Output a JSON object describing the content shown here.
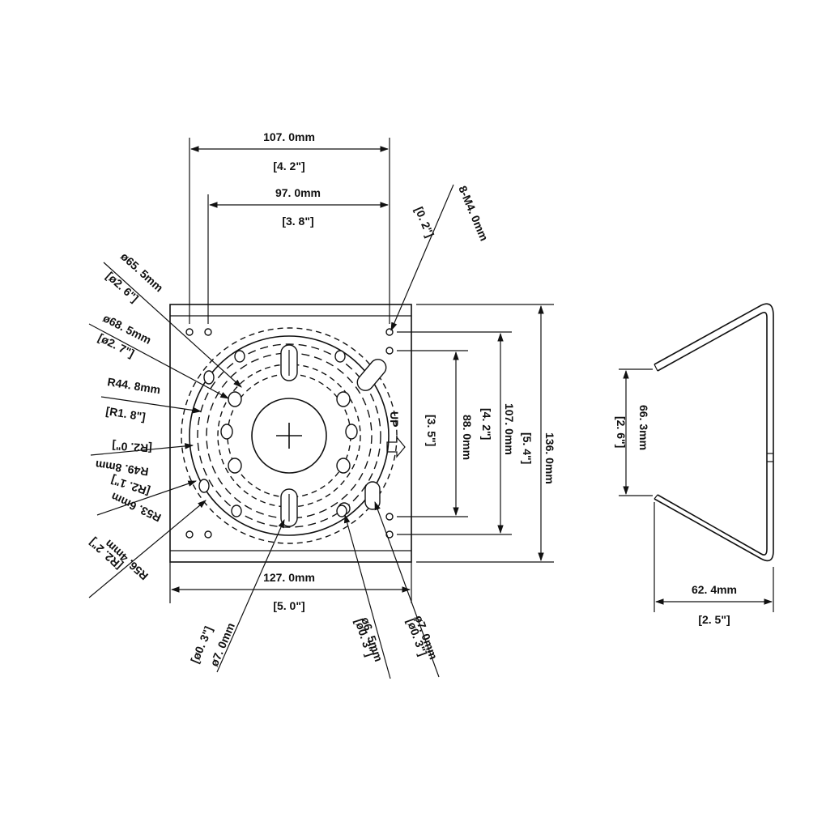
{
  "labels": {
    "top_width": "107. 0mm",
    "top_width_in": "[4. 2\"]",
    "inner_width": "97. 0mm",
    "inner_width_in": "[3. 8\"]",
    "screw": "8-M4. 0mm",
    "screw_in": "[0. 2\"]",
    "d65": "ø65. 5mm",
    "d65_in": "[ø2. 6\"]",
    "d68": "ø68. 5mm",
    "d68_in": "[ø2. 7\"]",
    "r44": "R44. 8mm",
    "r44_in": "[R1. 8\"]",
    "r2": "[R2. 0\"]",
    "r49": "R49. 8mm",
    "r21": "[R2. 1\"]",
    "r53": "R53. 6mm",
    "r56": "R56. 4mm",
    "r22": "[R2. 2\"]",
    "bottom_width": "127. 0mm",
    "bottom_width_in": "[5. 0\"]",
    "d7a": "ø7. 0mm",
    "d7a_in": "[ø0. 3\"]",
    "d65b": "ø6. 5mm",
    "d65b_in": "[ø0. 3\"]",
    "d7b": "ø7. 0mm",
    "d7b_in": "[ø0. 3\"]",
    "h88": "88. 0mm",
    "h88_in": "[3. 5\"]",
    "h107": "107. 0mm",
    "h107_in": "[4. 2\"]",
    "h136": "136. 0mm",
    "h136_in": "[5. 4\"]",
    "up": "UP",
    "side_h": "66. 3mm",
    "side_h_in": "[2. 6\"]",
    "side_w": "62. 4mm",
    "side_w_in": "[2. 5\"]"
  }
}
